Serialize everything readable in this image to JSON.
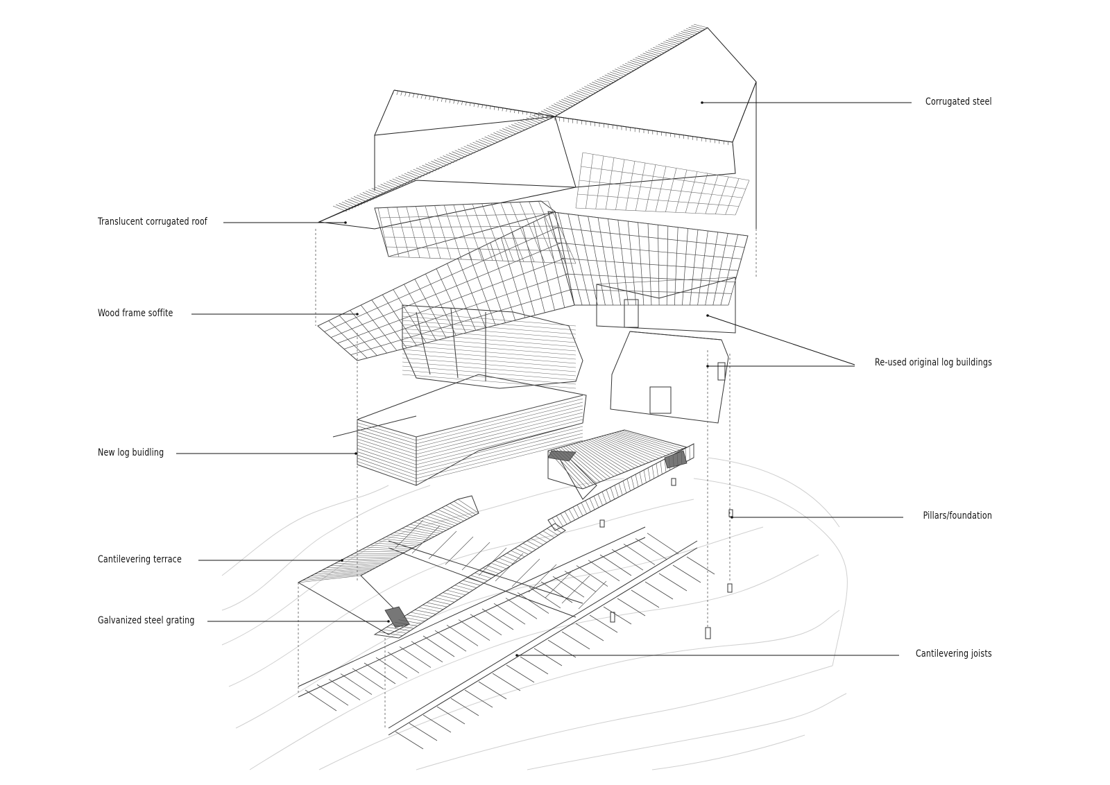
{
  "labels": {
    "corrugated_steel": "Corrugated steel",
    "translucent_roof": "Translucent corrugated roof",
    "wood_frame_soffite": "Wood frame soffite",
    "reused_log_buildings": "Re-used original log buildings",
    "new_log_building": "New log buidling",
    "pillars_foundation": "Pillars/foundation",
    "cantilevering_terrace": "Cantilevering terrace",
    "galvanized_grating": "Galvanized steel grating",
    "cantilevering_joists": "Cantilevering joists"
  },
  "colors": {
    "line": "#222222",
    "light_line": "#9a9a9a",
    "contour": "#c8c8c8",
    "hatch": "#555555"
  }
}
